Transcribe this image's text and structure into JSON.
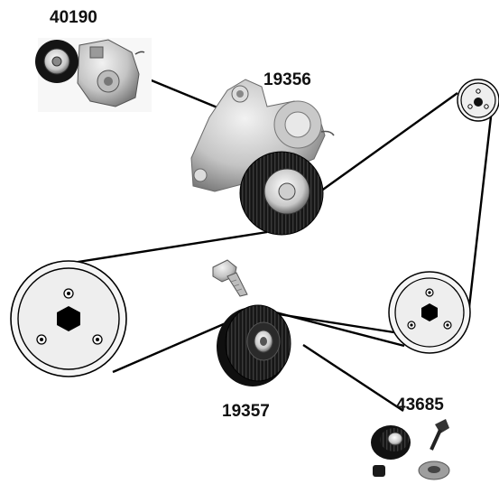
{
  "labels": {
    "tensioner_assembly": "40190",
    "tensioner_bracket": "19356",
    "idler_pulley": "19357",
    "idler_kit": "43685"
  },
  "colors": {
    "ink": "#000000",
    "pulley_face": "#eeeeee",
    "pulley_rim": "#f5f5f5",
    "pulley_black": "#1a1a1a",
    "metal_light": "#d6d6d6",
    "metal_mid": "#a8a8a8",
    "metal_dark": "#6e6e6e"
  },
  "icons": {
    "crank_pulley": "crankshaft-pulley-icon",
    "top_pulley": "accessory-pulley-icon",
    "right_pulley": "accessory-pulley-icon",
    "tensioner_photo": "belt-tensioner-icon",
    "bracket_photo": "tensioner-bracket-icon",
    "idler_photo": "idler-pulley-icon",
    "bolt": "bolt-icon",
    "kit": "idler-kit-icon"
  }
}
